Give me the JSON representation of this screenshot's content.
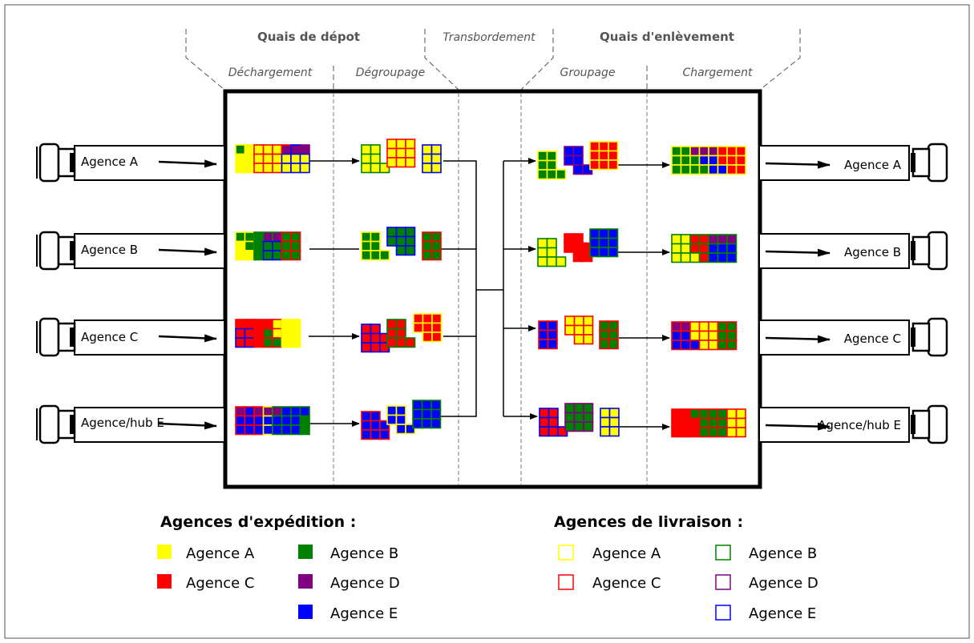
{
  "headers": {
    "quais_depot": "Quais de dépot",
    "transbordement": "Transbordement",
    "quais_enlevement": "Quais d'enlèvement",
    "dechargement": "Déchargement",
    "degroupage": "Dégroupage",
    "groupage": "Groupage",
    "chargement": "Chargement"
  },
  "incoming": [
    "Agence A",
    "Agence B",
    "Agence C",
    "Agence/hub E"
  ],
  "outgoing": [
    "Agence A",
    "Agence B",
    "Agence C",
    "Agence/hub E"
  ],
  "legend": {
    "expedition_title": "Agences d'expédition  :",
    "livraison_title": "Agences de livraison :",
    "expedition": [
      {
        "label": "Agence A",
        "color": "#ffff00"
      },
      {
        "label": "Agence B",
        "color": "#008000"
      },
      {
        "label": "Agence C",
        "color": "#ff0000"
      },
      {
        "label": "Agence D",
        "color": "#800080"
      },
      {
        "label": "Agence E",
        "color": "#0000ff"
      }
    ],
    "livraison": [
      {
        "label": "Agence A",
        "color": "#ffff00"
      },
      {
        "label": "Agence B",
        "color": "#008000"
      },
      {
        "label": "Agence C",
        "color": "#ff0000"
      },
      {
        "label": "Agence D",
        "color": "#800080"
      },
      {
        "label": "Agence E",
        "color": "#0000ff"
      }
    ]
  },
  "colors": {
    "A": "#ffff00",
    "B": "#008000",
    "C": "#ff0000",
    "D": "#800080",
    "E": "#0000ff"
  }
}
